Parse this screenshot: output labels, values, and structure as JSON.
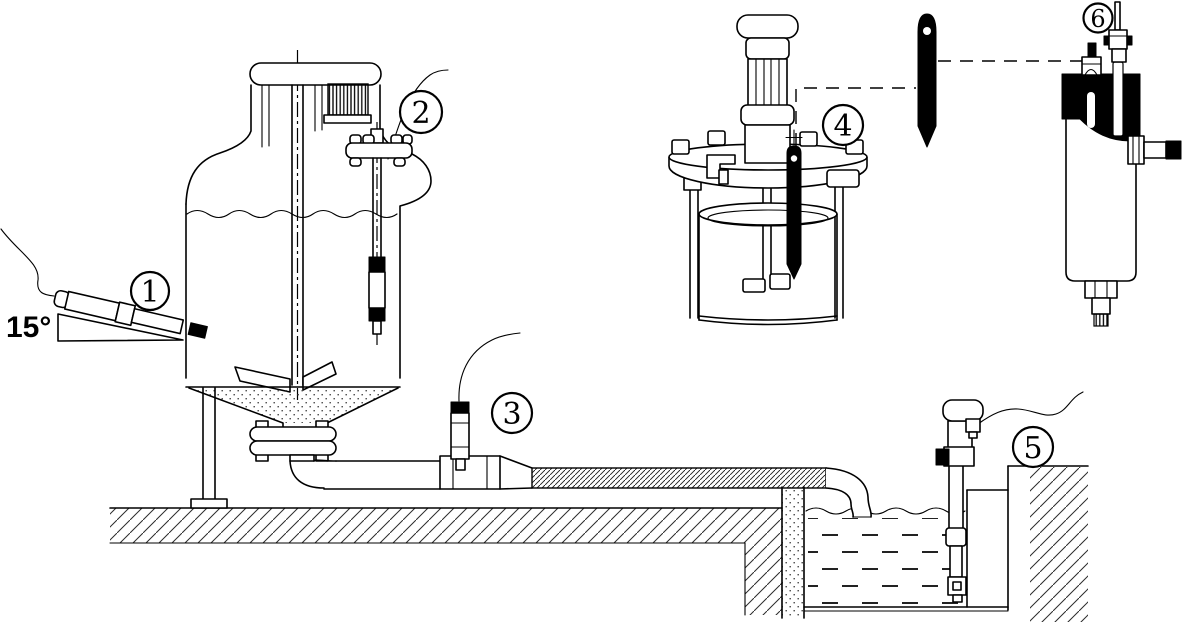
{
  "diagram": {
    "background_color": "#ffffff",
    "line_color": "#000000",
    "angle_label": "15°",
    "callouts": [
      {
        "label": "1",
        "name": "side-entry-15-degree-installation"
      },
      {
        "label": "2",
        "name": "top-flange-installation"
      },
      {
        "label": "3",
        "name": "pipeline-tee-installation"
      },
      {
        "label": "4",
        "name": "stirred-vessel-lid-installation"
      },
      {
        "label": "5",
        "name": "sump-immersion-installation"
      },
      {
        "label": "6",
        "name": "flow-cell-installation"
      }
    ]
  }
}
